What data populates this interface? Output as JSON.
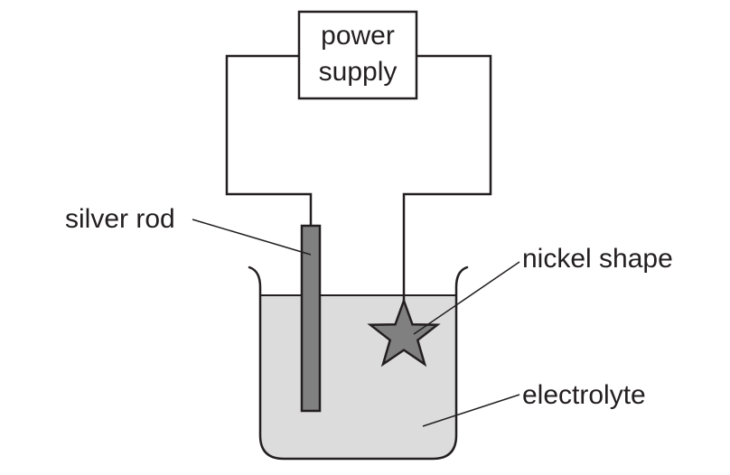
{
  "power_supply": {
    "line1": "power",
    "line2": "supply"
  },
  "labels": {
    "silver_rod": "silver rod",
    "nickel_shape": "nickel shape",
    "electrolyte": "electrolyte"
  },
  "colors": {
    "line": "#231f20",
    "electrolyte_fill": "#dcdcdc",
    "rod_fill": "#808080",
    "star_fill": "#808080",
    "background": "#ffffff"
  }
}
